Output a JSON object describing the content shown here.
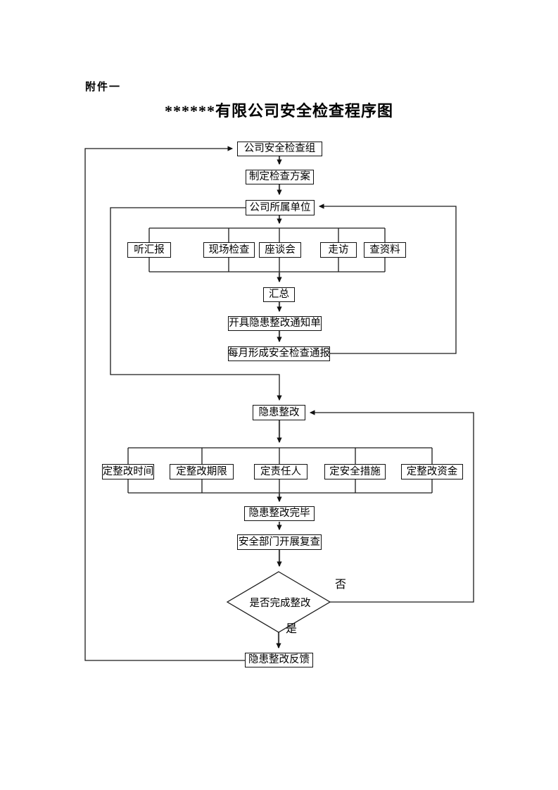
{
  "page": {
    "attachment_label": "附件一",
    "title": "******有限公司安全检查程序图"
  },
  "flowchart": {
    "nodes": {
      "inspection_group": "公司安全检查组",
      "make_plan": "制定检查方案",
      "subordinate_units": "公司所属单位",
      "listen_reports": "听汇报",
      "site_inspection": "现场检查",
      "symposium": "座谈会",
      "visits": "走访",
      "review_documents": "查资料",
      "summarize": "汇总",
      "issue_notice": "开具隐患整改通知单",
      "monthly_bulletin": "每月形成安全检查通报",
      "rectification": "隐患整改",
      "set_time": "定整改时间",
      "set_deadline": "定整改期限",
      "set_person": "定责任人",
      "set_measures": "定安全措施",
      "set_funds": "定整改资金",
      "rectification_complete": "隐患整改完毕",
      "safety_dept_recheck": "安全部门开展复查",
      "decision_complete": "是否完成整改",
      "feedback": "隐患整改反馈"
    },
    "edge_labels": {
      "no": "否",
      "yes": "是"
    },
    "colors": {
      "line": "#1a1a1a",
      "spine_arrow": "#4a4a4a",
      "box_border": "#111111",
      "box_fill": "#ffffff",
      "text": "#000000",
      "page_background": "#ffffff"
    }
  }
}
